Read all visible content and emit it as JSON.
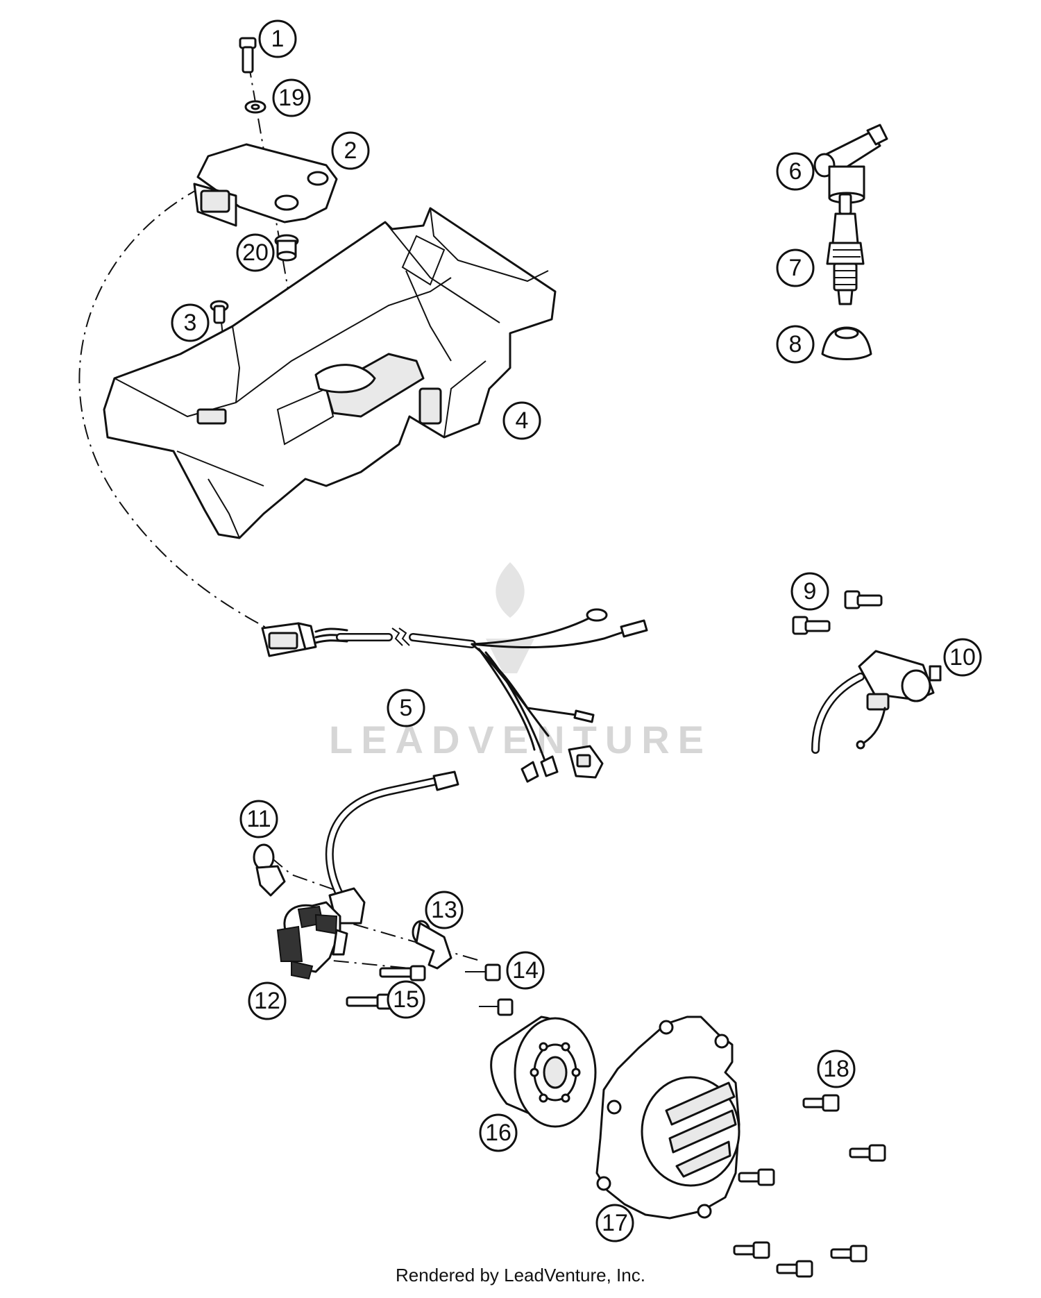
{
  "callouts": [
    {
      "number": "1"
    },
    {
      "number": "2"
    },
    {
      "number": "3"
    },
    {
      "number": "4"
    },
    {
      "number": "5"
    },
    {
      "number": "6"
    },
    {
      "number": "7"
    },
    {
      "number": "8"
    },
    {
      "number": "9"
    },
    {
      "number": "10"
    },
    {
      "number": "11"
    },
    {
      "number": "12"
    },
    {
      "number": "13"
    },
    {
      "number": "14"
    },
    {
      "number": "15"
    },
    {
      "number": "16"
    },
    {
      "number": "17"
    },
    {
      "number": "18"
    },
    {
      "number": "19"
    },
    {
      "number": "20"
    }
  ],
  "watermark": {
    "text": "LEADVENTURE"
  },
  "footer": {
    "credit": "Rendered by LeadVenture, Inc."
  }
}
